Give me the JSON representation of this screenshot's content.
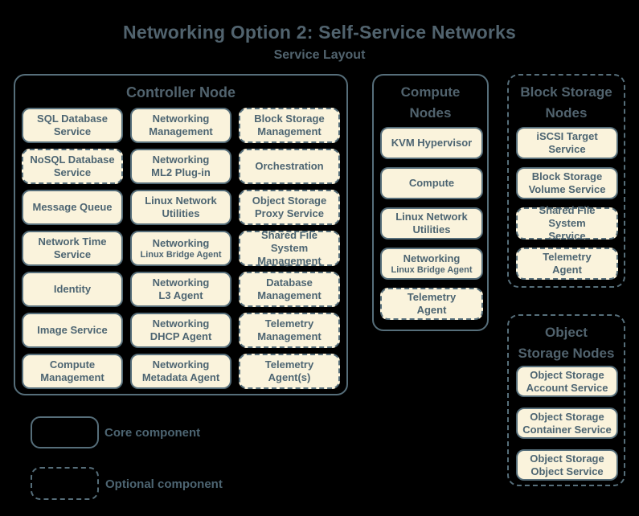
{
  "title": "Networking Option 2: Self-Service Networks",
  "subtitle": "Service Layout",
  "colors": {
    "background": "#000000",
    "box_fill": "#faf3dc",
    "outline": "#566e7a",
    "text": "#4d6572"
  },
  "controller": {
    "title": "Controller Node",
    "services": [
      {
        "line1": "SQL Database",
        "line2": "Service",
        "optional": false
      },
      {
        "line1": "Networking",
        "line2": "Management",
        "optional": false
      },
      {
        "line1": "Block Storage",
        "line2": "Management",
        "optional": true
      },
      {
        "line1": "NoSQL Database",
        "line2": "Service",
        "optional": true
      },
      {
        "line1": "Networking",
        "line2": "ML2 Plug-in",
        "optional": false
      },
      {
        "line1": "Orchestration",
        "optional": true
      },
      {
        "line1": "Message Queue",
        "optional": false
      },
      {
        "line1": "Linux Network",
        "line2": "Utilities",
        "optional": false
      },
      {
        "line1": "Object Storage",
        "line2": "Proxy Service",
        "optional": true
      },
      {
        "line1": "Network Time",
        "line2": "Service",
        "optional": false
      },
      {
        "line1": "Networking",
        "line2": "Linux Bridge Agent",
        "line2_small": true,
        "optional": false
      },
      {
        "line1": "Shared File System",
        "line2": "Management",
        "optional": true
      },
      {
        "line1": "Identity",
        "optional": false
      },
      {
        "line1": "Networking",
        "line2": "L3 Agent",
        "optional": false
      },
      {
        "line1": "Database",
        "line2": "Management",
        "optional": true
      },
      {
        "line1": "Image Service",
        "optional": false
      },
      {
        "line1": "Networking",
        "line2": "DHCP Agent",
        "optional": false
      },
      {
        "line1": "Telemetry",
        "line2": "Management",
        "optional": true
      },
      {
        "line1": "Compute",
        "line2": "Management",
        "optional": false
      },
      {
        "line1": "Networking",
        "line2": "Metadata Agent",
        "optional": false
      },
      {
        "line1": "Telemetry",
        "line2": "Agent(s)",
        "optional": true
      }
    ]
  },
  "compute": {
    "title_line1": "Compute",
    "title_line2": "Nodes",
    "services": [
      {
        "line1": "KVM Hypervisor",
        "optional": false
      },
      {
        "line1": "Compute",
        "optional": false
      },
      {
        "line1": "Linux Network",
        "line2": "Utilities",
        "optional": false
      },
      {
        "line1": "Networking",
        "line2": "Linux Bridge Agent",
        "line2_small": true,
        "optional": false
      },
      {
        "line1": "Telemetry",
        "line2": "Agent",
        "optional": true
      }
    ]
  },
  "block_storage": {
    "title_line1": "Block Storage",
    "title_line2": "Nodes",
    "optional": true,
    "services": [
      {
        "line1": "iSCSI Target",
        "line2": "Service",
        "optional": false
      },
      {
        "line1": "Block Storage",
        "line2": "Volume Service",
        "optional": false
      },
      {
        "line1": "Shared File System",
        "line2": "Service",
        "optional": true
      },
      {
        "line1": "Telemetry",
        "line2": "Agent",
        "optional": true
      }
    ]
  },
  "object_storage": {
    "title_line1": "Object",
    "title_line2": "Storage Nodes",
    "optional": true,
    "services": [
      {
        "line1": "Object Storage",
        "line2": "Account Service",
        "optional": false
      },
      {
        "line1": "Object Storage",
        "line2": "Container Service",
        "optional": false
      },
      {
        "line1": "Object Storage",
        "line2": "Object Service",
        "optional": false
      }
    ]
  },
  "legend": {
    "core_label": "Core component",
    "optional_label": "Optional component"
  }
}
